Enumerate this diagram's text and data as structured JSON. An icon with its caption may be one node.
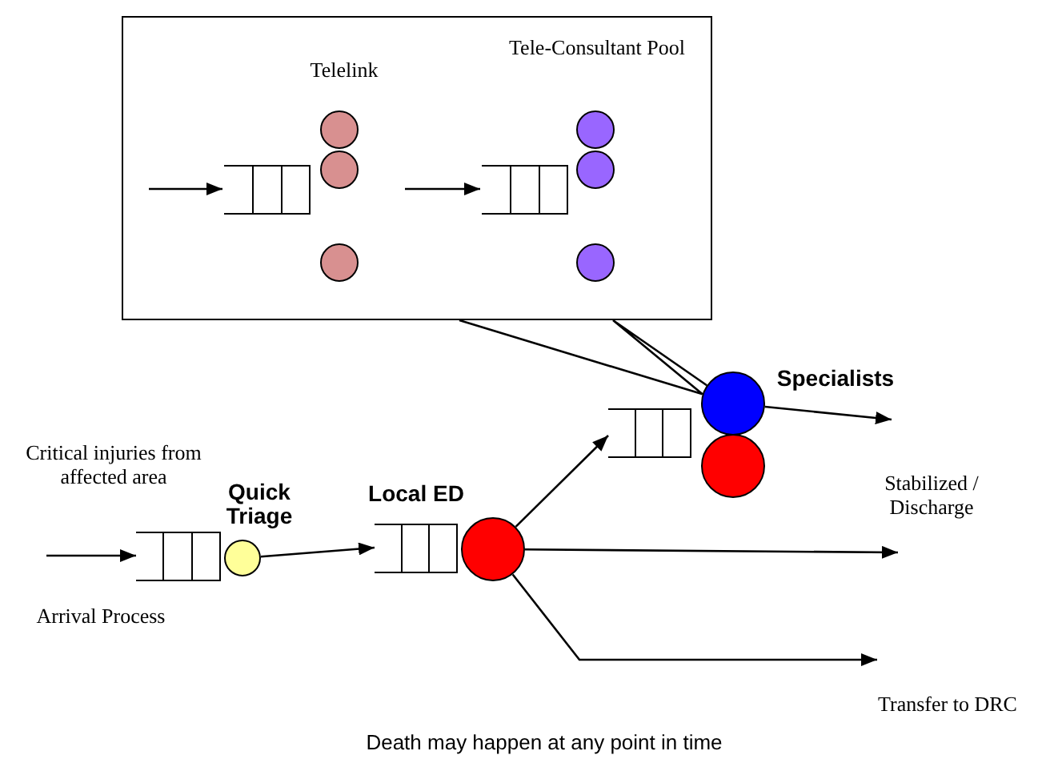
{
  "diagram": {
    "caption": "Death may happen at any point in time",
    "nodes": [
      {
        "text": [],
        "shape": "box"
      },
      {
        "text": [],
        "shape": "queue",
        "in": 0
      },
      {
        "text": [],
        "shape": "circle",
        "in": 0,
        "beside": [
          "Telelink"
        ]
      },
      {
        "text": [],
        "shape": "circle",
        "in": 0
      },
      {
        "text": [],
        "shape": "circle",
        "in": 0
      },
      {
        "text": [],
        "shape": "queue",
        "in": 0
      },
      {
        "text": [],
        "shape": "circle",
        "in": 0,
        "beside": [
          "Tele-Consultant Pool"
        ]
      },
      {
        "text": [],
        "shape": "circle",
        "in": 0
      },
      {
        "text": [],
        "shape": "circle",
        "in": 0
      },
      {
        "text": [],
        "shape": "queue"
      },
      {
        "text": [],
        "shape": "circle",
        "beside": [
          "Quick Triage"
        ]
      },
      {
        "text": [],
        "shape": "queue"
      },
      {
        "text": [],
        "shape": "circle",
        "beside": [
          "Local ED"
        ]
      },
      {
        "text": [],
        "shape": "queue"
      },
      {
        "text": [],
        "shape": "circle",
        "beside": [
          "Specialists"
        ]
      },
      {
        "text": [],
        "shape": "circle"
      }
    ],
    "edges": [
      {
        "from": null,
        "to": 1,
        "arrow": "to"
      },
      {
        "from": null,
        "to": 5,
        "arrow": "to"
      },
      {
        "from": null,
        "to": 9,
        "arrow": "to"
      },
      {
        "from": 10,
        "to": 11,
        "arrow": "to"
      },
      {
        "from": 12,
        "to": 13,
        "arrow": "to"
      },
      {
        "from": 12,
        "to": null,
        "arrow": "to"
      },
      {
        "from": 12,
        "to": null,
        "arrow": "to"
      },
      {
        "from": 14,
        "to": null,
        "arrow": "to"
      },
      {
        "from": 0,
        "to": 14,
        "arrow": "none"
      }
    ],
    "labels": [
      "Critical injuries from affected area",
      "Arrival Process",
      "Stabilized / Discharge",
      "Transfer to DRC"
    ]
  }
}
